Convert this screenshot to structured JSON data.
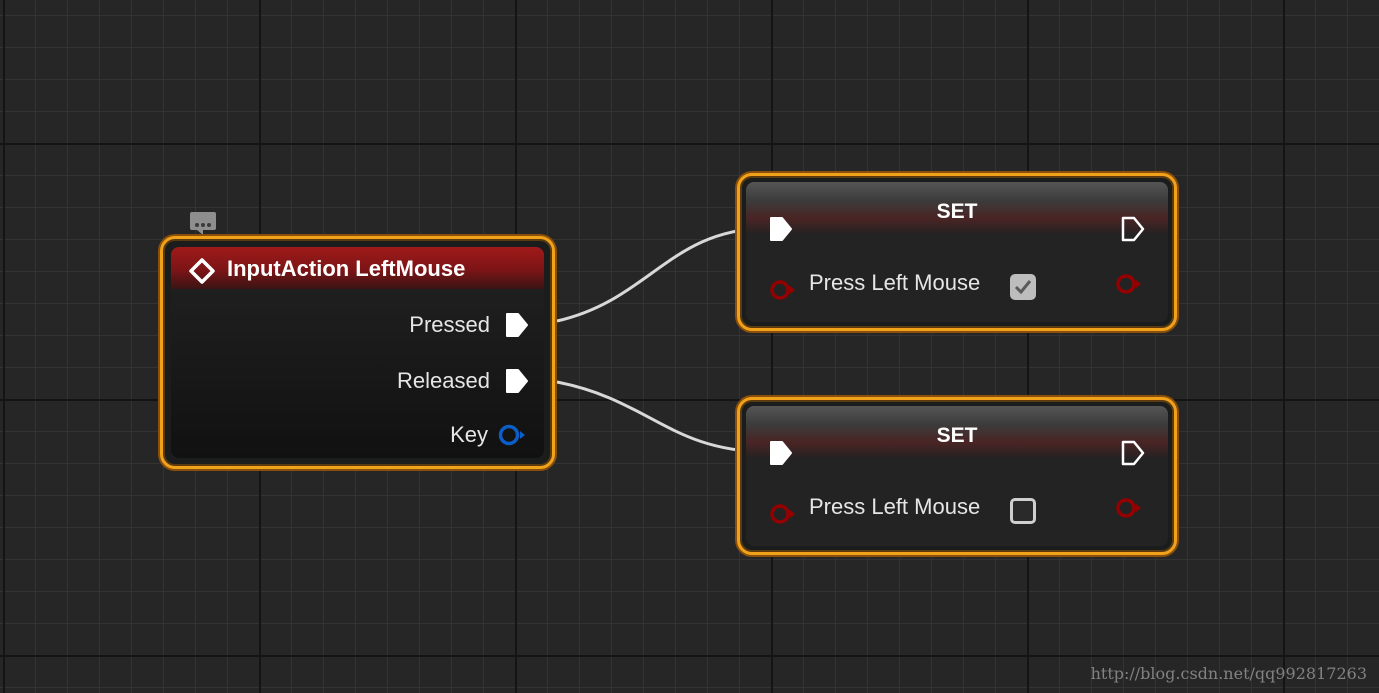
{
  "graph": {
    "input_node": {
      "title": "InputAction LeftMouse",
      "pins": {
        "pressed": "Pressed",
        "released": "Released",
        "key": "Key"
      }
    },
    "set_nodes": [
      {
        "title": "SET",
        "variable_label": "Press Left Mouse",
        "checked": true
      },
      {
        "title": "SET",
        "variable_label": "Press Left Mouse",
        "checked": false
      }
    ]
  },
  "colors": {
    "node_border": "#f0a21b",
    "event_header": "#8b1a1a",
    "bool_pin": "#950000",
    "struct_pin": "#0b5ec7",
    "exec_pin": "#ffffff",
    "wire": "#d8d8d8"
  },
  "icons": [
    "event-diamond-icon",
    "comment-bubble-icon",
    "exec-pin-icon",
    "bool-pin-icon",
    "struct-pin-icon",
    "checkbox-icon"
  ],
  "watermark": "http://blog.csdn.net/qq992817263"
}
